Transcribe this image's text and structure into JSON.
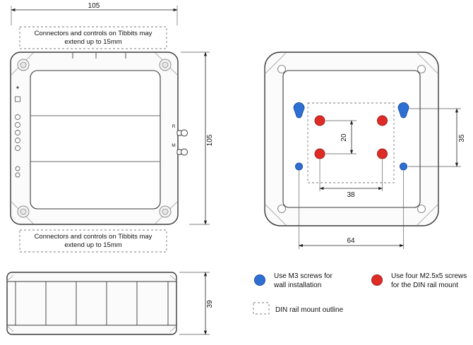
{
  "colors": {
    "blue": "#2e6fd4",
    "blue_dark": "#1b4fa0",
    "red": "#df2b26",
    "red_dark": "#9e1c18"
  },
  "front": {
    "dim_width": "105",
    "dim_height": "105",
    "note_top": [
      "Connectors and controls on Tibbits may",
      "extend up to 15mm"
    ],
    "note_bottom": [
      "Connectors and controls on Tibbits may",
      "extend up to 15mm"
    ],
    "btn_r": "R",
    "btn_m": "M"
  },
  "side": {
    "dim_height": "39"
  },
  "back": {
    "dim_red_vertical": "20",
    "dim_blue_vertical": "35",
    "dim_red_horizontal": "38",
    "dim_blue_horizontal": "64"
  },
  "legend": {
    "wall": [
      "Use M3 screws for",
      "wall installation"
    ],
    "din": [
      "Use four M2.5x5 screws",
      "for the DIN rail mount"
    ],
    "outline": "DIN rail mount outline"
  }
}
